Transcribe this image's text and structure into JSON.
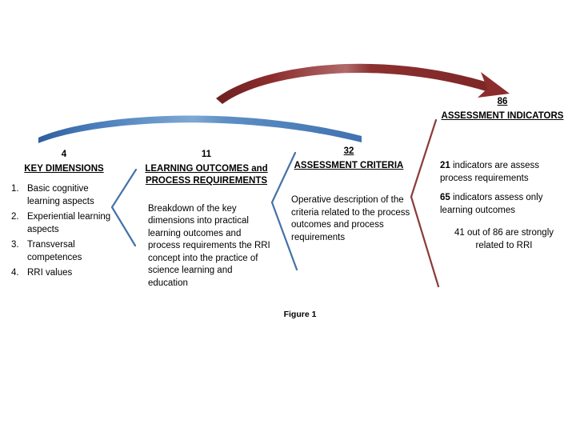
{
  "figure": {
    "caption": "Figure 1"
  },
  "colors": {
    "blue_arc": "#4a7ebb",
    "blue_arc_dark": "#2e5f9e",
    "red_arc": "#8c2d2d",
    "red_arc_dark": "#6d2020",
    "blue_chevron": "#4472a8",
    "red_chevron": "#8c3a3a",
    "text": "#000000",
    "background": "#ffffff"
  },
  "columns": [
    {
      "id": "key-dimensions",
      "count": "4",
      "heading": "KEY DIMENSIONS",
      "items": [
        {
          "marker": "1.",
          "text": "Basic cognitive learning aspects"
        },
        {
          "marker": "2.",
          "text": "Experiential learning aspects"
        },
        {
          "marker": "3.",
          "text": "Transversal competences"
        },
        {
          "marker": "4.",
          "text": "RRI values"
        }
      ]
    },
    {
      "id": "learning-outcomes",
      "count": "11",
      "heading_line1": "LEARNING OUTCOMES and",
      "heading_line2": "PROCESS REQUIREMENTS",
      "body": "Breakdown of the key dimensions into practical learning outcomes and process requirements  the RRI concept into the practice of science learning and education"
    },
    {
      "id": "assessment-criteria",
      "count": "32",
      "heading": "ASSESSMENT CRITERIA",
      "body": "Operative description of the criteria related to the process outcomes and process requirements"
    },
    {
      "id": "assessment-indicators",
      "count": "86",
      "heading": "ASSESSMENT INDICATORS",
      "stat1_number": "21",
      "stat1_text": " indicators are assess process requirements",
      "stat2_number": "65",
      "stat2_text": " indicators assess only learning outcomes",
      "note": "41 out of 86 are strongly related to RRI"
    }
  ],
  "connectors": {
    "blue_arc_label": "blue-arc-4-to-32",
    "red_arc_label": "red-arc-to-86",
    "chevron1_label": "blue-chevron-1",
    "chevron2_label": "blue-chevron-2",
    "chevron3_label": "red-chevron"
  }
}
